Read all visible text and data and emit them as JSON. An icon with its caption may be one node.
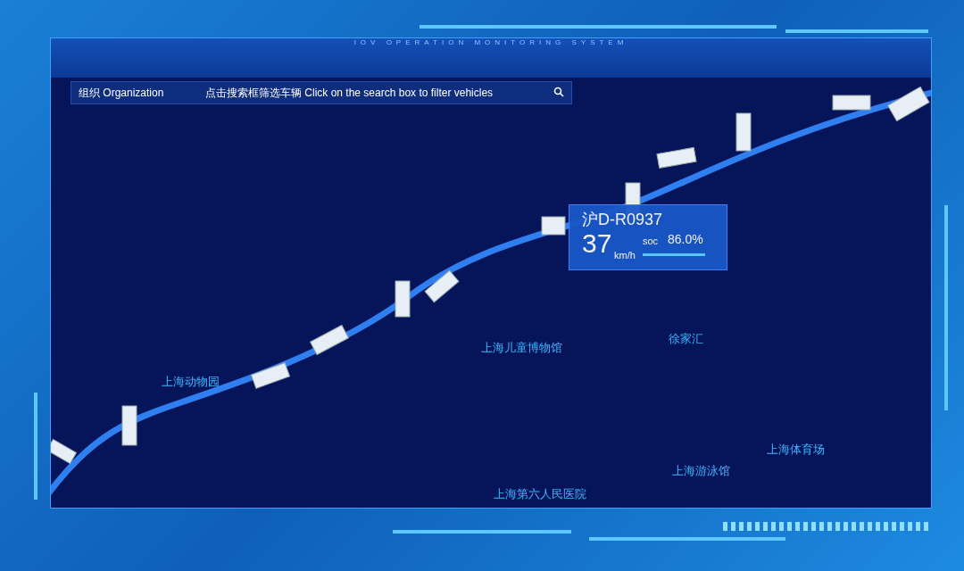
{
  "diagram": {
    "title": "IOV OPERATION MONITORING SYSTEM",
    "labels": [
      "组织 Organization",
      "点击搜索框筛选车辆 Click on the search box to filter vehicles",
      "沪D-R0937",
      "37",
      "km/h",
      "soc",
      "86.0%",
      "上海动物园",
      "上海儿童博物馆",
      "徐家汇",
      "上海体育场",
      "上海第六人民医院",
      "上海游泳馆"
    ]
  }
}
